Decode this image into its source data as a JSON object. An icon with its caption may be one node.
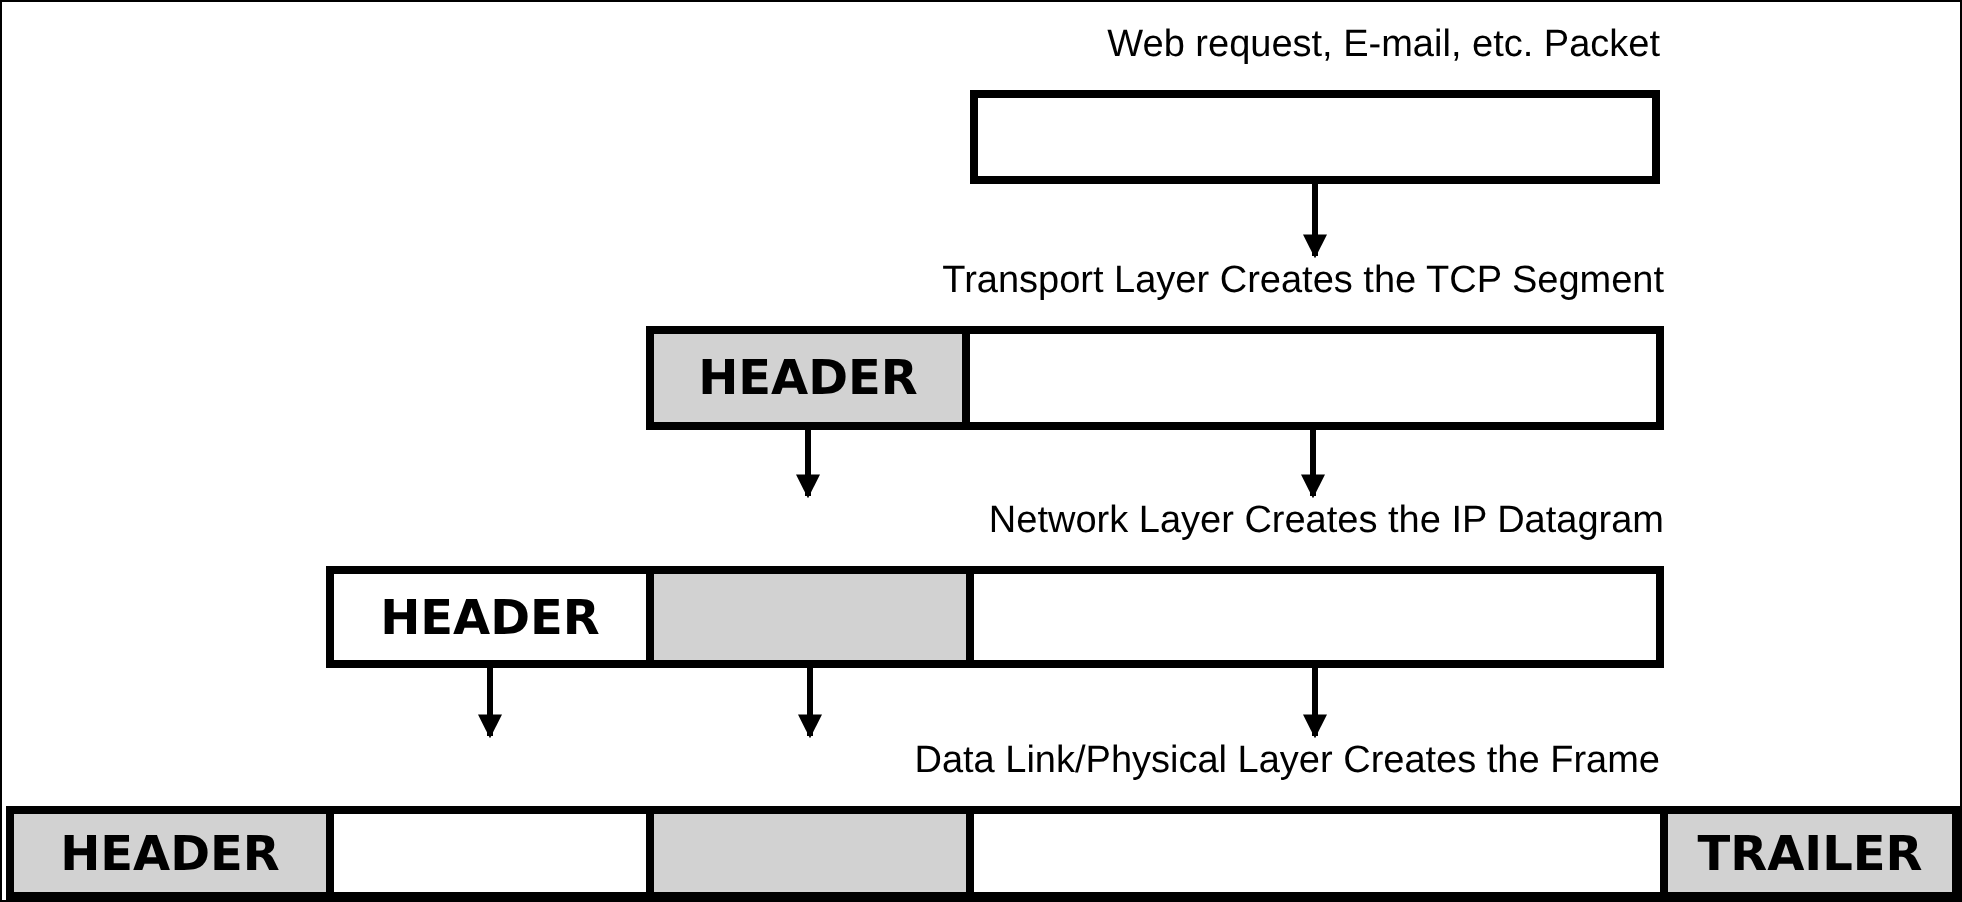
{
  "diagram": {
    "nodes": [
      {
        "text": [
          "Web request, E-mail, etc. Packet"
        ]
      },
      {
        "text": [],
        "shape": "box",
        "in": 0
      },
      {
        "text": [
          "Transport Layer Creates the TCP Segment"
        ]
      },
      {
        "text": [
          "HEADER"
        ],
        "in": 2
      },
      {
        "text": [],
        "shape": "box",
        "in": 2
      },
      {
        "text": [
          "Network Layer Creates the IP Datagram"
        ]
      },
      {
        "text": [
          "HEADER"
        ],
        "in": 5
      },
      {
        "text": [],
        "shape": "box",
        "in": 5
      },
      {
        "text": [],
        "shape": "box",
        "in": 5
      },
      {
        "text": [
          "Data Link/Physical Layer Creates the Frame"
        ]
      },
      {
        "text": [
          "HEADER"
        ],
        "in": 9
      },
      {
        "text": [],
        "shape": "box",
        "in": 9
      },
      {
        "text": [],
        "shape": "box",
        "in": 9
      },
      {
        "text": [],
        "shape": "box",
        "in": 9
      },
      {
        "text": [
          "TRAILER"
        ],
        "in": 9
      }
    ],
    "edges": [
      {
        "from": 1,
        "to": 2,
        "arrow": "to"
      },
      {
        "from": 3,
        "to": 5,
        "arrow": "to"
      },
      {
        "from": 4,
        "to": 5,
        "arrow": "to"
      },
      {
        "from": 6,
        "to": 9,
        "arrow": "to"
      },
      {
        "from": 7,
        "to": 9,
        "arrow": "to"
      },
      {
        "from": 8,
        "to": 9,
        "arrow": "to"
      }
    ]
  }
}
